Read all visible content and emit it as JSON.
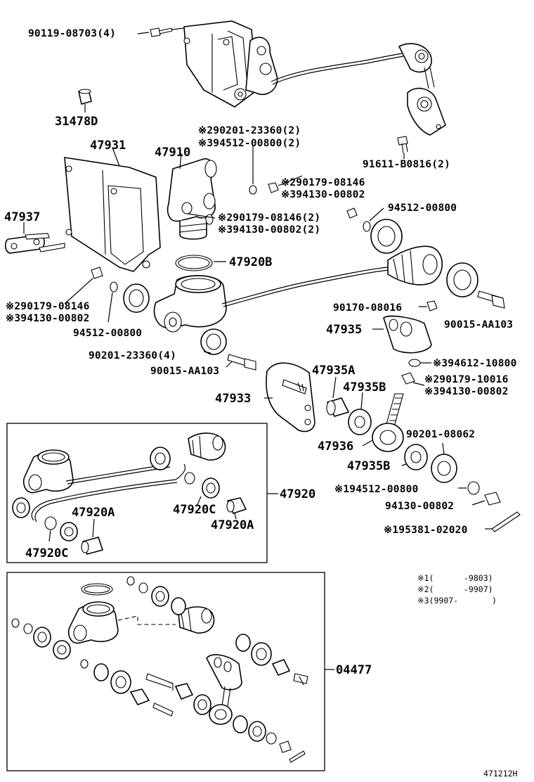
{
  "labels": {
    "p90119": "90119-08703(4)",
    "p31478": "31478D",
    "p47931": "47931",
    "p47910": "47910",
    "p90201_2": "※290201-23360(2)",
    "p94512_3": "※394512-00800(2)",
    "p47937": "47937",
    "p91611": "91611-B0816(2)",
    "p90179_a": "※290179-08146",
    "p94130_a": "※394130-00802",
    "p94512_b": "94512-00800",
    "p90179_b": "※290179-08146(2)",
    "p94130_b": "※394130-00802(2)",
    "p47920B": "47920B",
    "p90179_c": "※290179-08146",
    "p94130_c": "※394130-00802",
    "p94512_c": "94512-00800",
    "p90170": "90170-08016",
    "p90015_a": "90015-AA103",
    "p90201_4": "90201-23360(4)",
    "p47935": "47935",
    "p90015_b": "90015-AA103",
    "p94612": "※394612-10800",
    "p47935A": "47935A",
    "p90179_d": "※290179-10016",
    "p94130_d": "※394130-00802",
    "p47933": "47933",
    "p47935B_a": "47935B",
    "p90201_08062": "90201-08062",
    "p47936": "47936",
    "p47935B_b": "47935B",
    "p94512_1": "※194512-00800",
    "p94130_e": "94130-00802",
    "p95381": "※195381-02020",
    "p47920": "47920",
    "p47920A_a": "47920A",
    "p47920C_a": "47920C",
    "p47920A_b": "47920A",
    "p47920C_b": "47920C",
    "p04477": "04477",
    "n1_mark": "※1(",
    "n1_range": "-9803)",
    "n2_mark": "※2(",
    "n2_range": "-9907)",
    "n3_mark": "※3(9907-",
    "n3_close": ")",
    "figure_id": "471212H"
  }
}
